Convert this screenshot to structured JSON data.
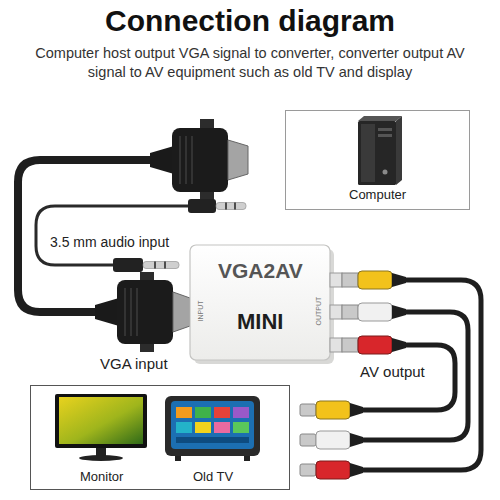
{
  "diagram": {
    "title": "Connection diagram",
    "caption": "Computer host output VGA signal to converter, converter output AV signal to AV equipment such as old TV and display",
    "nodes": [
      {
        "text": [
          "Computer"
        ]
      },
      {
        "text": [
          "VGA2AV",
          "MINI",
          "INPUT",
          "OUTPUT"
        ]
      },
      {
        "text": [
          "Monitor",
          "Old TV"
        ]
      }
    ],
    "labels": [
      "3.5 mm audio input",
      "VGA input",
      "AV output"
    ]
  }
}
